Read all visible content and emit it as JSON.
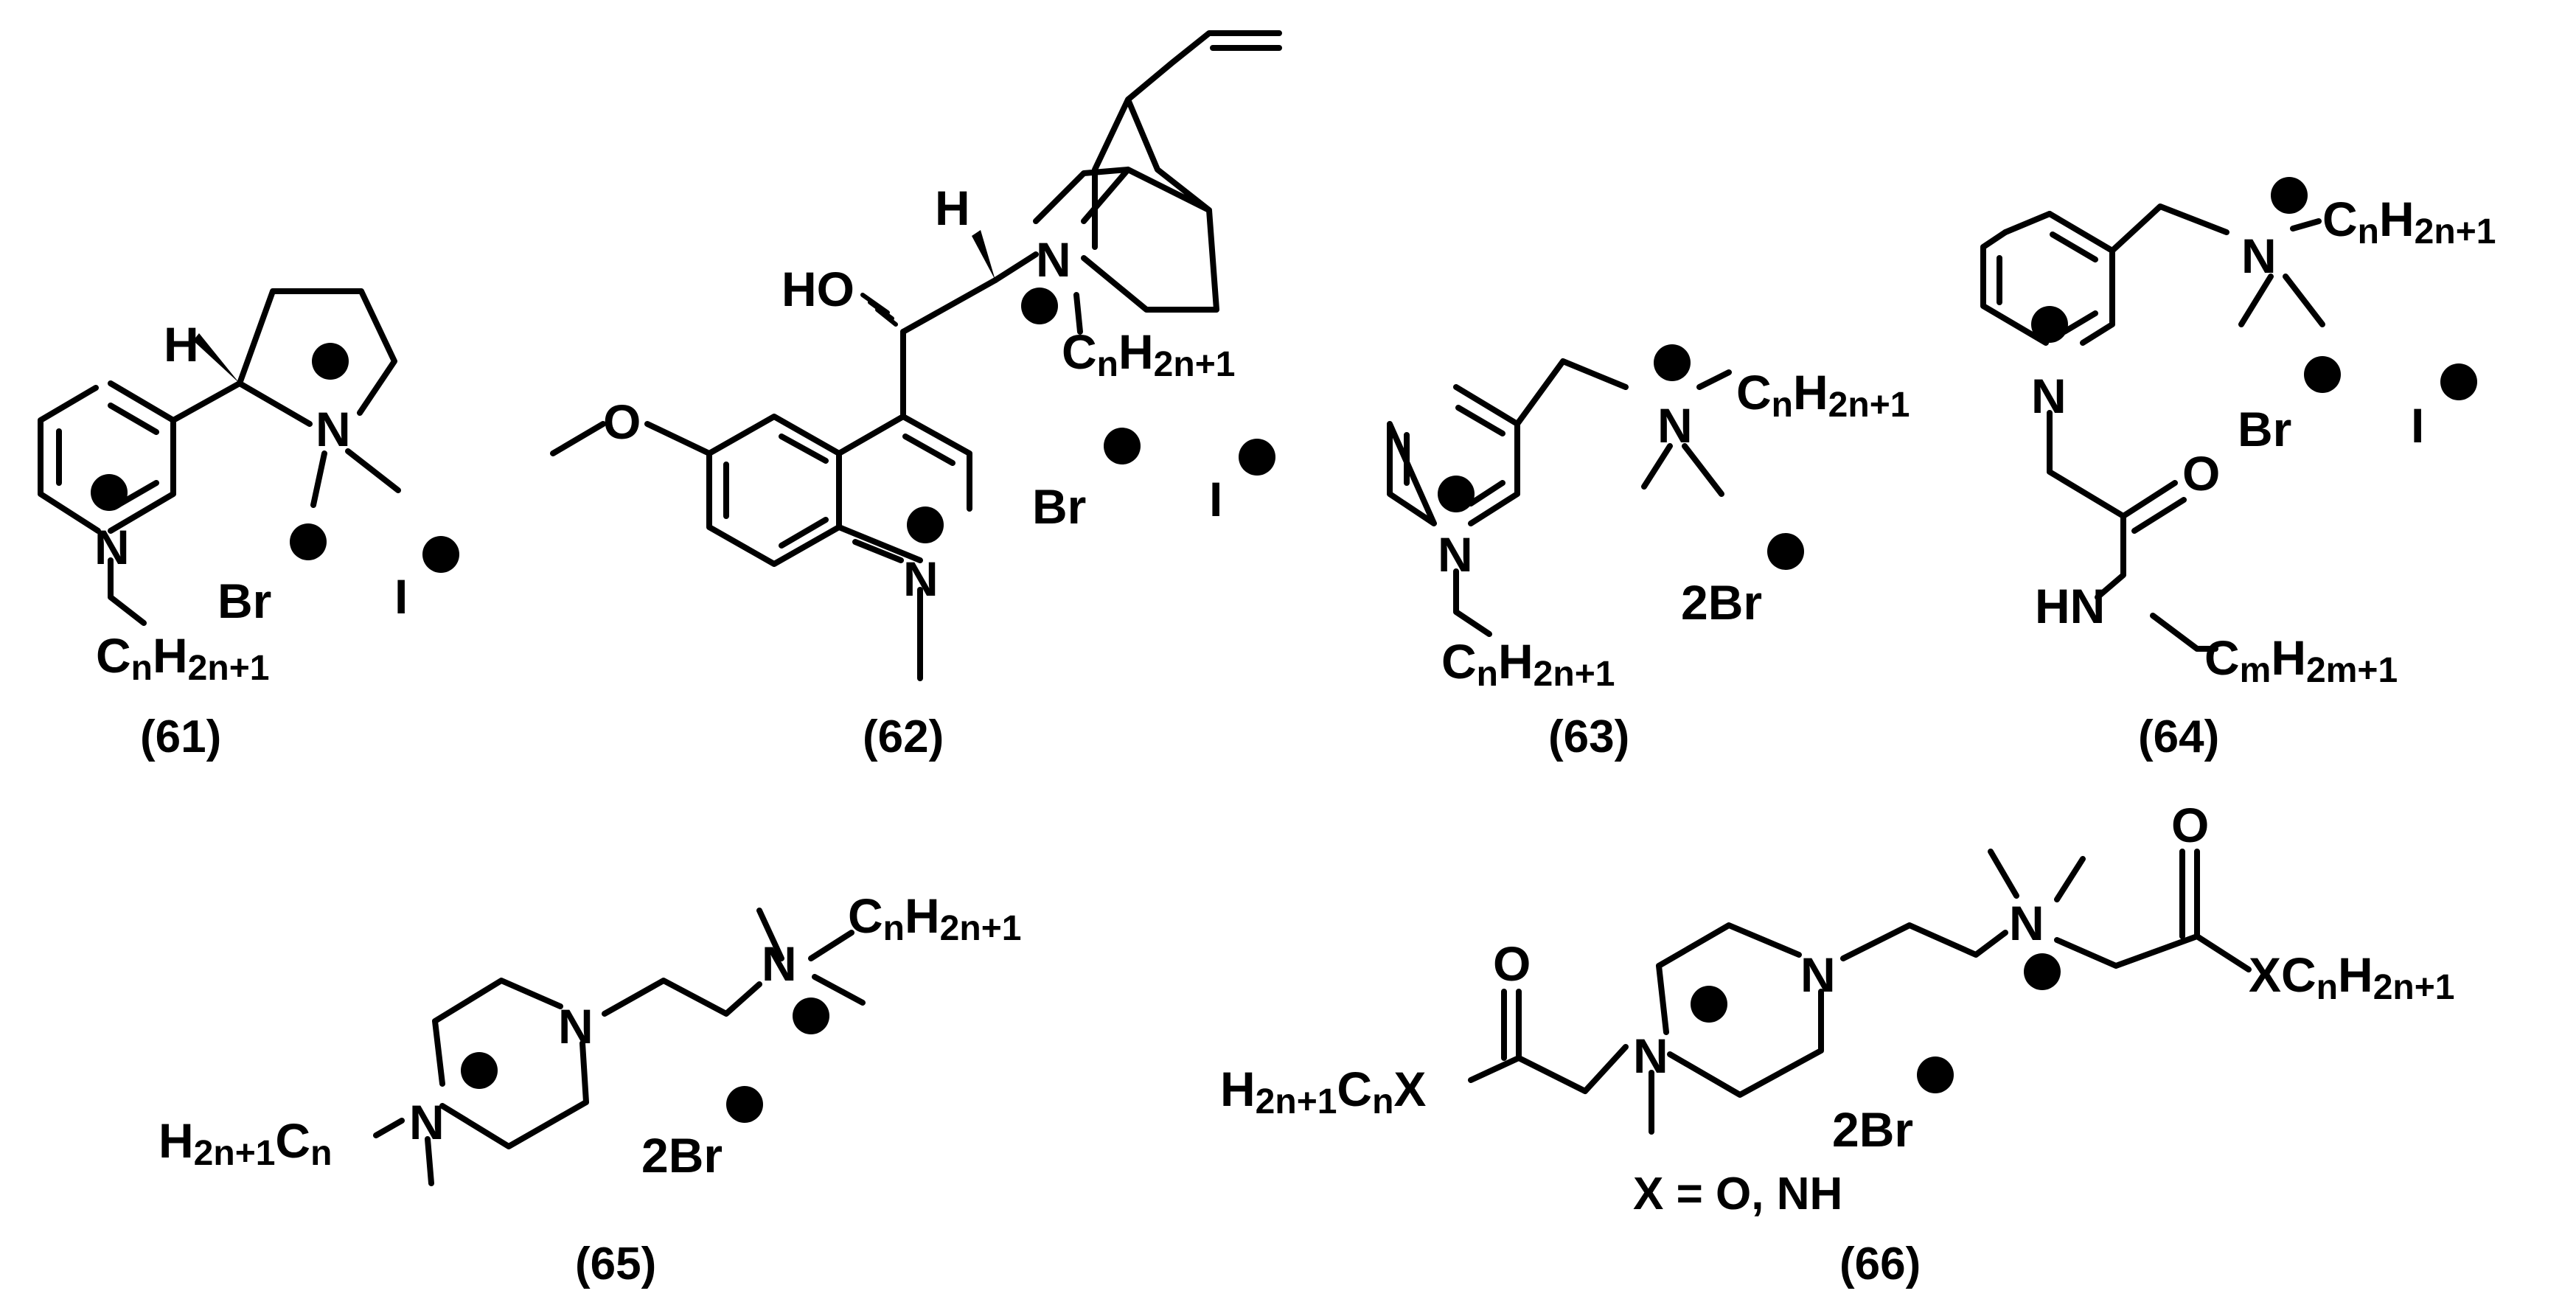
{
  "atoms": {
    "H": "H",
    "N": "N",
    "HO": "HO",
    "O": "O",
    "HN": "HN",
    "X": "X"
  },
  "fragments": {
    "c": "C",
    "n": "n",
    "h": "H",
    "two_n1": "2n+1",
    "m": "m",
    "two_m1": "2m+1",
    "h_prefix": "H",
    "c_suffix": "C",
    "xc": "XC"
  },
  "ions": {
    "bromide": "Br",
    "iodide": "I",
    "dibromide": "2Br"
  },
  "compounds": [
    {
      "id": "61",
      "label": "(61)"
    },
    {
      "id": "62",
      "label": "(62)"
    },
    {
      "id": "63",
      "label": "(63)"
    },
    {
      "id": "64",
      "label": "(64)"
    },
    {
      "id": "65",
      "label": "(65)"
    },
    {
      "id": "66",
      "label": "(66)"
    }
  ],
  "note_66": "X = O, NH"
}
